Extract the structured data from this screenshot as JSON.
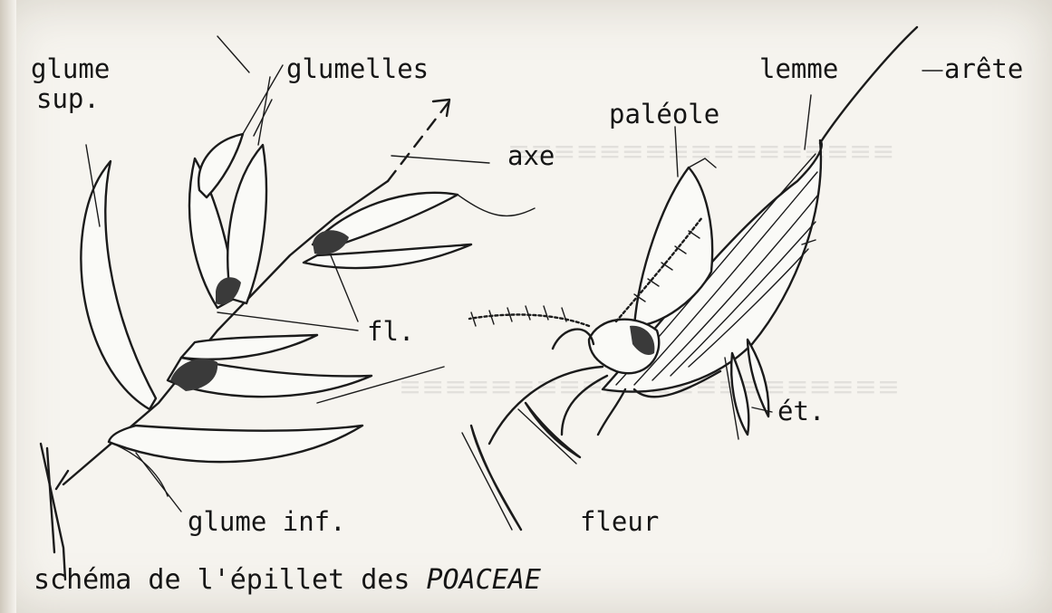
{
  "labels": {
    "glume_sup_line1": "glume",
    "glume_sup_line2": "sup.",
    "glumelles": "glumelles",
    "axe": "axe",
    "fl": "fl.",
    "glume_inf": "glume inf.",
    "lemme": "lemme",
    "arete": "arête",
    "paleole": "paléole",
    "et": "ét.",
    "fleur": "fleur"
  },
  "caption": {
    "text": "schéma de l'épillet des ",
    "taxon": "POACEAE"
  }
}
